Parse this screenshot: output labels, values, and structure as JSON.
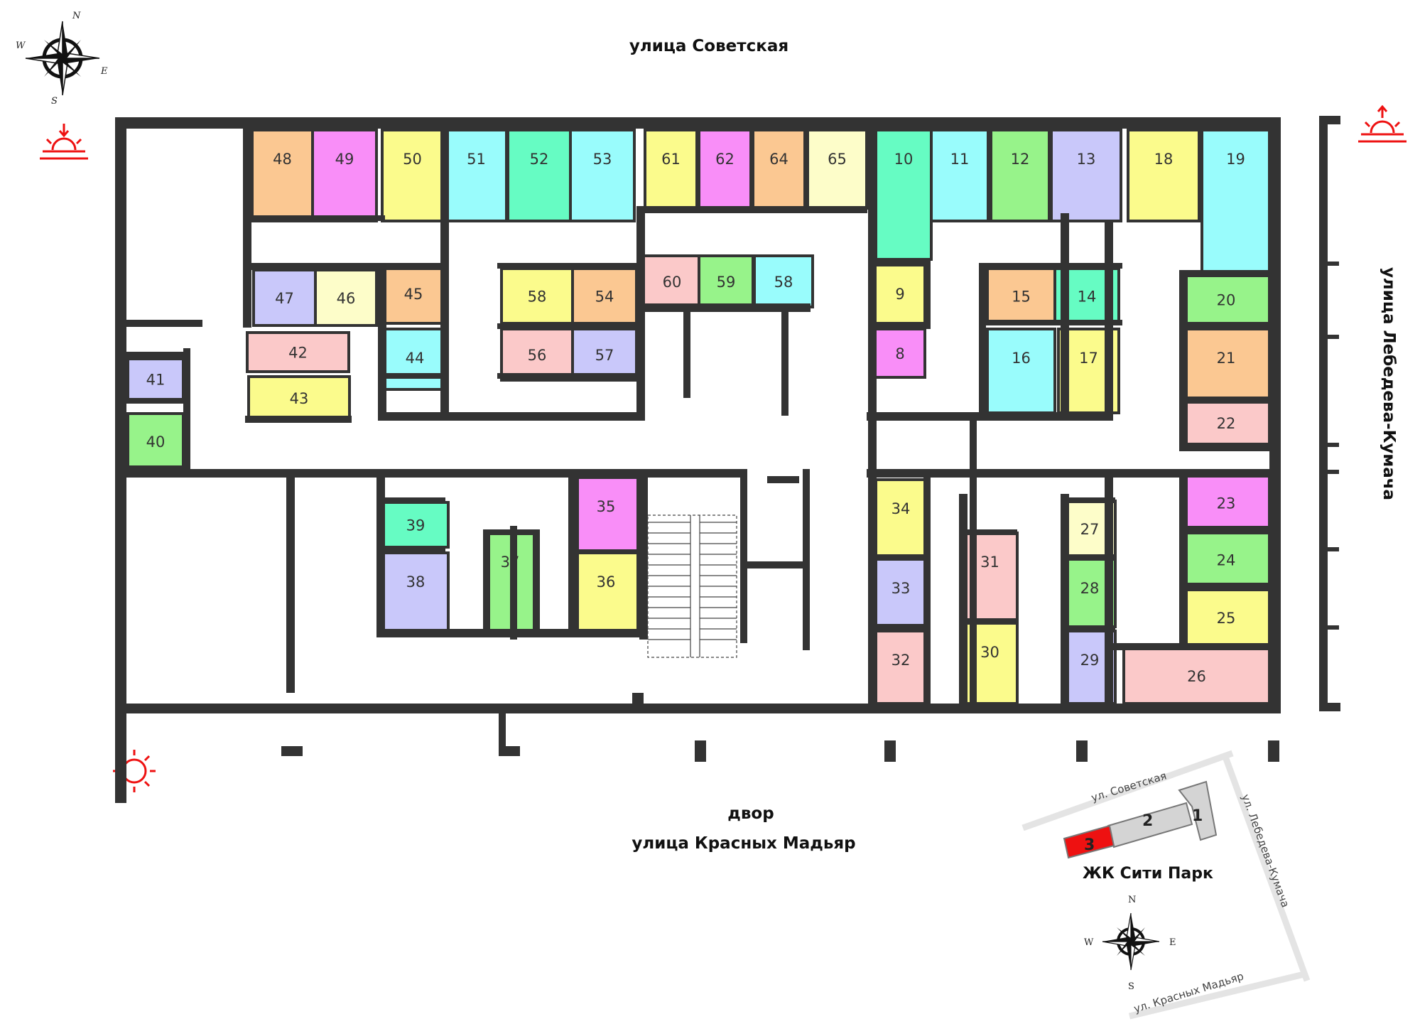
{
  "streets": {
    "top": "улица Советская",
    "right": "улица Лебедева-Кумача",
    "yard": "двор",
    "bottom": "улица Красных Мадьяр"
  },
  "locator": {
    "title": "ЖК Сити Парк",
    "street_top": "ул. Советская",
    "street_right": "ул. Лебедева-Кумача",
    "street_bottom": "ул. Красных Мадьяр",
    "buildings": [
      "1",
      "2",
      "3"
    ],
    "highlighted_building": "3",
    "highlight_color": "#ee1111",
    "building_color": "#d4d4d4"
  },
  "compass": {
    "n": "N",
    "s": "S",
    "e": "E",
    "w": "W"
  },
  "colors": {
    "wall": "#333333",
    "orange": "#fbc892",
    "magenta": "#f98ef8",
    "yellow": "#fbfb8c",
    "cyan": "#99fcfc",
    "teal": "#66fcc3",
    "green": "#97f38a",
    "lavender": "#c9c8fa",
    "cream": "#fdfdc9",
    "pink": "#fbc9c9",
    "sun": "#ee1111"
  },
  "rooms": [
    {
      "label": "48",
      "color": "orange"
    },
    {
      "label": "49",
      "color": "magenta"
    },
    {
      "label": "50",
      "color": "yellow"
    },
    {
      "label": "51",
      "color": "cyan"
    },
    {
      "label": "52",
      "color": "teal"
    },
    {
      "label": "53",
      "color": "cyan"
    },
    {
      "label": "61",
      "color": "yellow"
    },
    {
      "label": "62",
      "color": "magenta"
    },
    {
      "label": "64",
      "color": "orange"
    },
    {
      "label": "65",
      "color": "cream"
    },
    {
      "label": "10",
      "color": "teal"
    },
    {
      "label": "11",
      "color": "cyan"
    },
    {
      "label": "12",
      "color": "green"
    },
    {
      "label": "13",
      "color": "lavender"
    },
    {
      "label": "18",
      "color": "yellow"
    },
    {
      "label": "19",
      "color": "cyan"
    },
    {
      "label": "47",
      "color": "lavender"
    },
    {
      "label": "46",
      "color": "cream"
    },
    {
      "label": "45",
      "color": "orange"
    },
    {
      "label": "58",
      "color": "yellow"
    },
    {
      "label": "54",
      "color": "orange"
    },
    {
      "label": "60",
      "color": "pink"
    },
    {
      "label": "59",
      "color": "green"
    },
    {
      "label": "58",
      "color": "cyan"
    },
    {
      "label": "9",
      "color": "yellow"
    },
    {
      "label": "15",
      "color": "orange"
    },
    {
      "label": "14",
      "color": "teal"
    },
    {
      "label": "20",
      "color": "green"
    },
    {
      "label": "42",
      "color": "pink"
    },
    {
      "label": "44",
      "color": "cyan"
    },
    {
      "label": "56",
      "color": "pink"
    },
    {
      "label": "57",
      "color": "lavender"
    },
    {
      "label": "8",
      "color": "magenta"
    },
    {
      "label": "16",
      "color": "cyan"
    },
    {
      "label": "17",
      "color": "yellow"
    },
    {
      "label": "21",
      "color": "orange"
    },
    {
      "label": "41",
      "color": "lavender"
    },
    {
      "label": "43",
      "color": "yellow"
    },
    {
      "label": "22",
      "color": "pink"
    },
    {
      "label": "40",
      "color": "green"
    },
    {
      "label": "39",
      "color": "teal"
    },
    {
      "label": "38",
      "color": "lavender"
    },
    {
      "label": "37",
      "color": "green"
    },
    {
      "label": "35",
      "color": "magenta"
    },
    {
      "label": "36",
      "color": "yellow"
    },
    {
      "label": "34",
      "color": "yellow"
    },
    {
      "label": "33",
      "color": "lavender"
    },
    {
      "label": "32",
      "color": "pink"
    },
    {
      "label": "31",
      "color": "pink"
    },
    {
      "label": "30",
      "color": "yellow"
    },
    {
      "label": "27",
      "color": "cream"
    },
    {
      "label": "28",
      "color": "green"
    },
    {
      "label": "29",
      "color": "lavender"
    },
    {
      "label": "23",
      "color": "magenta"
    },
    {
      "label": "24",
      "color": "green"
    },
    {
      "label": "25",
      "color": "yellow"
    },
    {
      "label": "26",
      "color": "pink"
    }
  ],
  "icons": [
    "compass-rose-icon",
    "sunrise-icon",
    "sunset-icon",
    "sun-icon"
  ]
}
